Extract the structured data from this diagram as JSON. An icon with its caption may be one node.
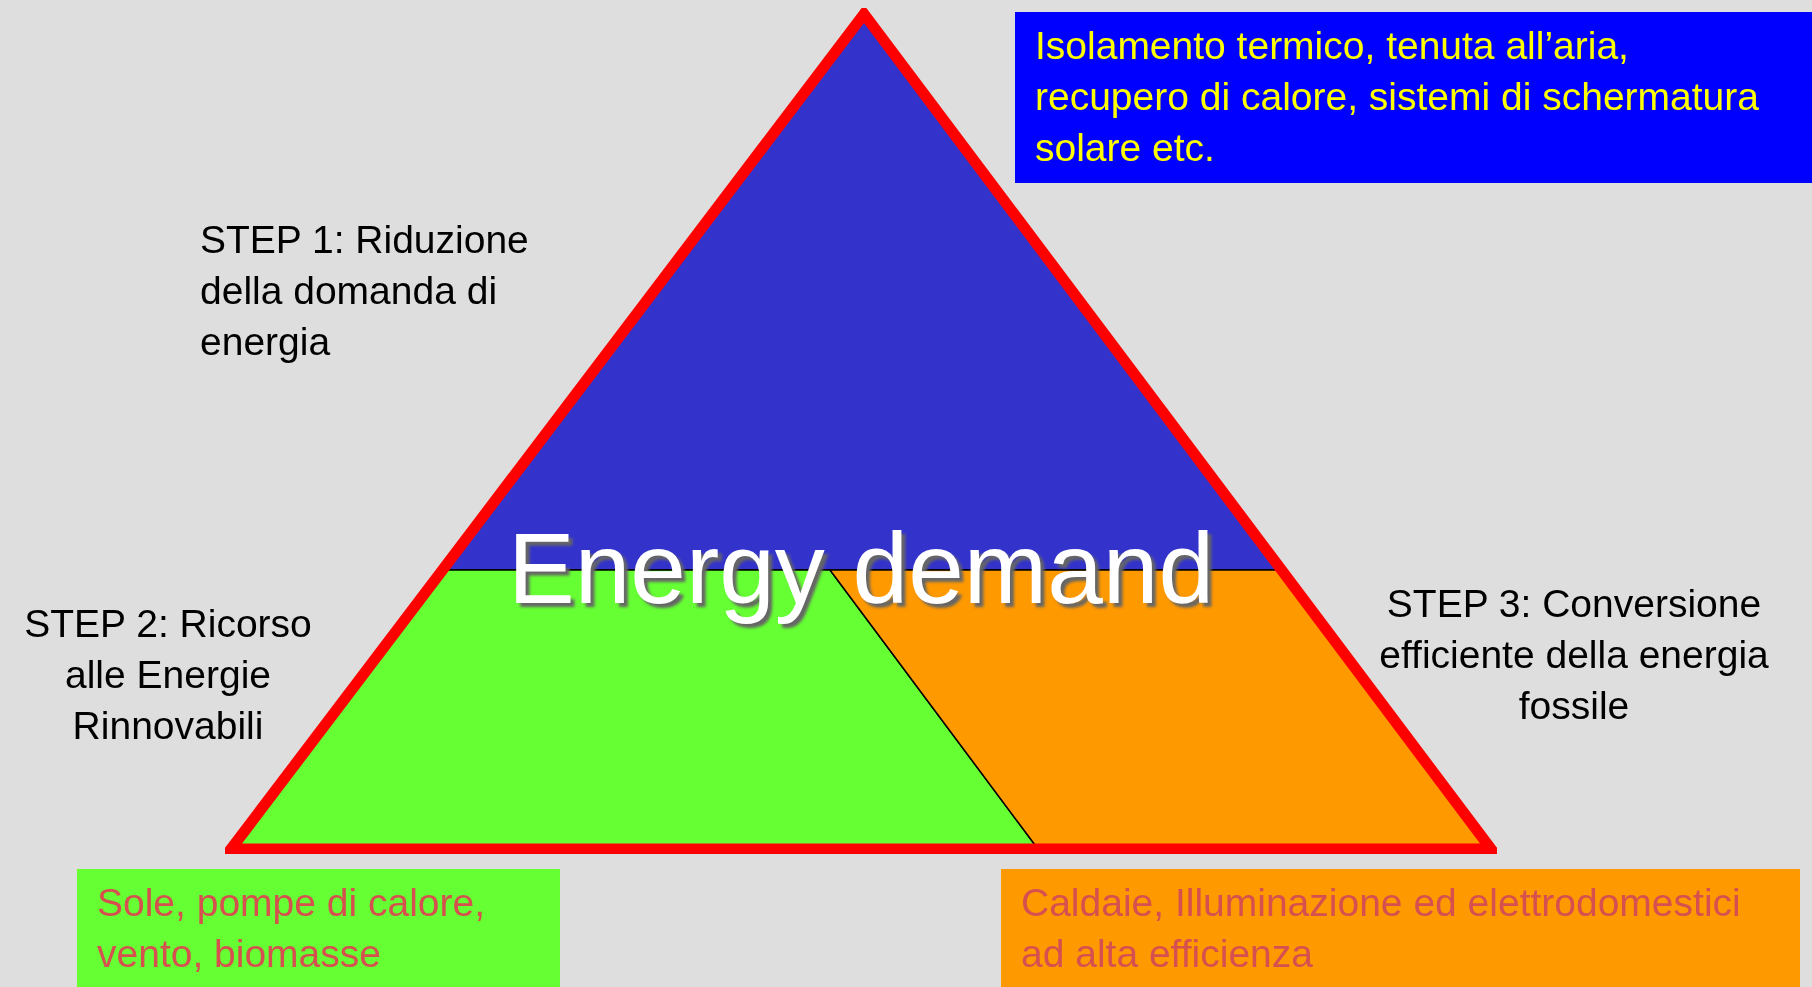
{
  "diagram": {
    "nodes": [
      {
        "text": [
          "Energy demand"
        ]
      },
      {
        "text": [
          "Isolamento termico, tenuta all’aria, recupero di calore, sistemi di schermatura solare etc."
        ]
      },
      {
        "text": [
          "Sole, pompe di calore, vento, biomasse"
        ]
      },
      {
        "text": [
          "Caldaie, Illuminazione ed elettrodomestici ad alta efficienza"
        ]
      }
    ],
    "edges": [],
    "labels": [
      "STEP 1: Riduzione della domanda di energia",
      "STEP 2: Ricorso alle Energie Rinnovabili",
      "STEP 3: Conversione efficiente della energia fossile"
    ]
  }
}
